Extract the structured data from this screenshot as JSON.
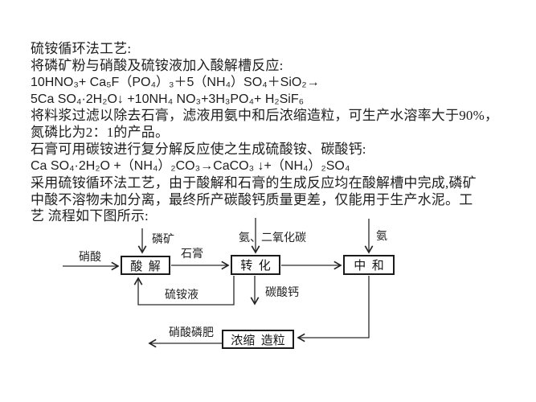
{
  "page": {
    "background": "#ffffff",
    "ink_color": "#1e1e1e",
    "line_color": "#2a2a2a",
    "box_border_color": "#1b1b1b"
  },
  "document": {
    "lines": [
      "硫铵循环法工艺:",
      "将磷矿粉与硝酸及硫铵液加入酸解槽反应:",
      "10HNO₃+ Ca₅F（PO₄）₃＋5（NH₄）SO₄＋SiO₂→",
      "5Ca SO₄·2H₂O↓ +10NH₄ NO₃+3H₃PO₄+ H₂SiF₆",
      "将料浆过滤以除去石膏，滤液用氨中和后浓缩造粒，可生产水溶率大于90%，",
      "氮磷比为2：1的产品。",
      "石膏可用碳铵进行复分解反应使之生成硫酸铵、碳酸钙:",
      "Ca SO₄·2H₂O +（NH₄）₂CO₃→CaCO₃ ↓+（NH₄）₂SO₄",
      "采用硫铵循环法工艺，由于酸解和石膏的生成反应均在酸解槽中完成,磷矿",
      "中酸不溶物未加分离，最终所产碳酸钙质量更差，仅能用于生产水泥。工",
      "艺 流程如下图所示:"
    ]
  },
  "diagram": {
    "boxes": {
      "acidolysis": "酸  解",
      "conversion": "转  化",
      "neutralization": "中  和",
      "concentration": "浓缩  造粒"
    },
    "labels": {
      "nitric_acid": "硝酸",
      "phosphate_ore": "磷矿",
      "gypsum": "石膏",
      "ammonia_co2": "氨、二氧化碳",
      "ammonia": "氨",
      "ammonium_sulfate_liquor": "硫铵液",
      "calcium_carbonate": "碳酸钙",
      "nitrophosphate_product": "硝酸磷肥"
    }
  }
}
